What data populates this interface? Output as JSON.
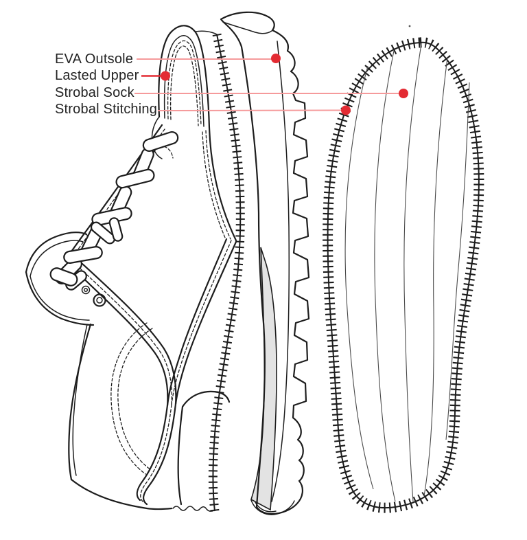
{
  "diagram": {
    "labels": [
      {
        "id": "eva_outsole",
        "text": "EVA Outsole"
      },
      {
        "id": "lasted_upper",
        "text": "Lasted Upper"
      },
      {
        "id": "strobal_sock",
        "text": "Strobal Sock"
      },
      {
        "id": "strobal_stitching",
        "text": "Strobal Stitching"
      }
    ],
    "views": [
      {
        "name": "lasted-upper-side-view"
      },
      {
        "name": "eva-outsole-profile-view"
      },
      {
        "name": "strobel-sock-bottom-view"
      }
    ],
    "colors": {
      "artwork_line": "#1d1d1d",
      "leader_line": "#f59a9b",
      "marker_dot": "#e32b33",
      "midsole_shading": "#e3e3e3",
      "label_text": "#232323",
      "background": "#ffffff"
    }
  }
}
